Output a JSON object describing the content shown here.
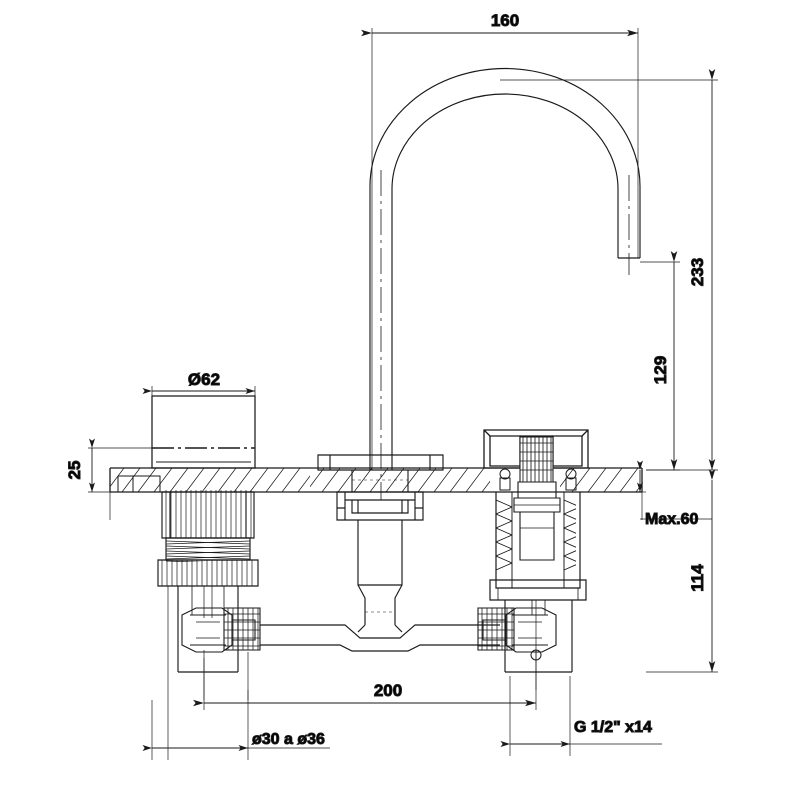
{
  "drawing": {
    "title": "Three-hole basin mixer - dimensioned sectional drawing",
    "units": "mm",
    "line_color": "#1a1a1a",
    "background": "#ffffff"
  },
  "dimensions": {
    "spout_reach": "160",
    "overall_height": "233",
    "spout_outlet_height": "129",
    "deck_thickness_max": "Max.60",
    "below_deck_length": "114",
    "handle_cap_diameter": "Ø62",
    "handle_cap_height": "25",
    "hole_spacing": "200",
    "mounting_hole_diameter": "ø30 a ø36",
    "thread_spec": "G 1/2\" x14"
  },
  "dimension_list": [
    {
      "id": "dim-160",
      "label": "160",
      "orientation": "horizontal",
      "position": "top"
    },
    {
      "id": "dim-233",
      "label": "233",
      "orientation": "vertical",
      "position": "right-outer"
    },
    {
      "id": "dim-129",
      "label": "129",
      "orientation": "vertical",
      "position": "right-inner"
    },
    {
      "id": "dim-max60",
      "label": "Max.60",
      "orientation": "vertical",
      "position": "right-deck"
    },
    {
      "id": "dim-114",
      "label": "114",
      "orientation": "vertical",
      "position": "right-lower"
    },
    {
      "id": "dim-d62",
      "label": "Ø62",
      "orientation": "horizontal",
      "position": "left-handle-top"
    },
    {
      "id": "dim-25",
      "label": "25",
      "orientation": "vertical",
      "position": "left-handle-side"
    },
    {
      "id": "dim-200",
      "label": "200",
      "orientation": "horizontal",
      "position": "bottom-center"
    },
    {
      "id": "dim-d30",
      "label": "ø30 a ø36",
      "orientation": "horizontal",
      "position": "bottom-left"
    },
    {
      "id": "dim-g12",
      "label": "G 1/2\" x14",
      "orientation": "horizontal",
      "position": "bottom-right"
    }
  ]
}
